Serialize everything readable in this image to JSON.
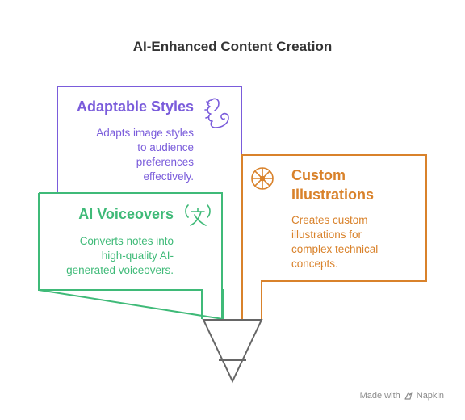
{
  "title": "AI-Enhanced Content Creation",
  "colors": {
    "purple": "#7a5cdb",
    "green": "#3fba78",
    "orange": "#d9822b",
    "funnel": "#666666"
  },
  "items": [
    {
      "heading": "Adaptable Styles",
      "description_lines": [
        "Adapts image styles",
        "to audience",
        "preferences",
        "effectively."
      ],
      "icon": "seahorse-icon",
      "color": "purple"
    },
    {
      "heading": "AI Voiceovers",
      "description_lines": [
        "Converts notes into",
        "high-quality AI-",
        "generated voiceovers."
      ],
      "icon": "translate-speech-icon",
      "color": "green"
    },
    {
      "heading_lines": [
        "Custom",
        "Illustrations"
      ],
      "description_lines": [
        "Creates custom",
        "illustrations for",
        "complex technical",
        "concepts."
      ],
      "icon": "wheel-icon",
      "color": "orange"
    }
  ],
  "footer": {
    "made_with": "Made with",
    "brand": "Napkin",
    "icon": "napkin-logo-icon"
  }
}
